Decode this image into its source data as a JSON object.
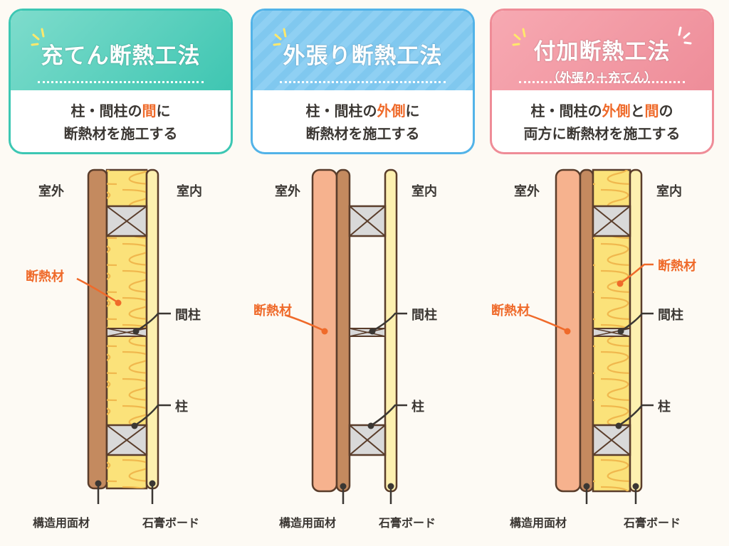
{
  "colors": {
    "teal": "#3cc7b3",
    "blue": "#52b3e8",
    "pink": "#ef8c97",
    "orange_text": "#ef6a2a",
    "structural_panel": "#c48a5f",
    "exterior_insulation": "#f6b28e",
    "fill_insulation": "#fbe27a",
    "gypsum_board": "#fdf0b0",
    "stud": "#d9d9d9"
  },
  "cards": [
    {
      "title": "充てん断熱工法",
      "subtitle": "",
      "desc_line1": {
        "pre": "柱・間柱の",
        "hl": "間",
        "post": "に",
        "hl2": "",
        "post2": ""
      },
      "desc_line2": "断熱材を施工する"
    },
    {
      "title": "外張り断熱工法",
      "subtitle": "",
      "desc_line1": {
        "pre": "柱・間柱の",
        "hl": "外側",
        "post": "に",
        "hl2": "",
        "post2": ""
      },
      "desc_line2": "断熱材を施工する"
    },
    {
      "title": "付加断熱工法",
      "subtitle": "（外張り＋充てん）",
      "desc_line1": {
        "pre": "柱・間柱の",
        "hl": "外側",
        "post": "と",
        "hl2": "間",
        "post2": "の"
      },
      "desc_line2": "両方に断熱材を施工する"
    }
  ],
  "labels": {
    "outdoor": "室外",
    "indoor": "室内",
    "insulation": "断熱材",
    "intermediate_stud": "間柱",
    "stud": "柱",
    "structural_panel": "構造用面材",
    "gypsum_board": "石膏ボード"
  }
}
